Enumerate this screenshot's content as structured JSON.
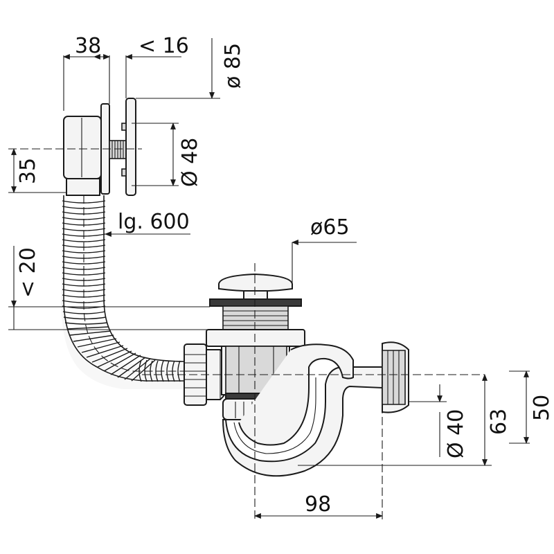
{
  "dimensions": {
    "d38": "38",
    "d16": "< 16",
    "d85": "ø 85",
    "d48": "Ø 48",
    "d35": "35",
    "lg600": "lg. 600",
    "d20": "< 20",
    "d65": "ø65",
    "d40": "Ø 40",
    "d63": "63",
    "d50": "50",
    "d98": "98"
  }
}
